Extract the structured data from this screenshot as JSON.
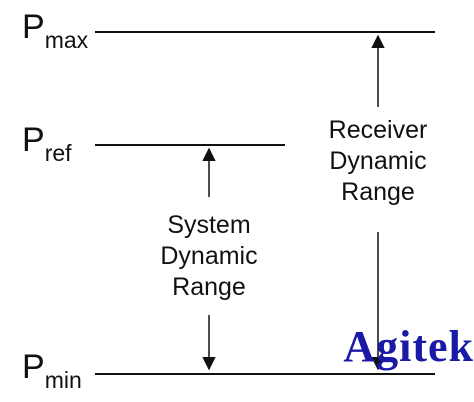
{
  "levels": {
    "pmax": {
      "main": "P",
      "sub": "max"
    },
    "pref": {
      "main": "P",
      "sub": "ref"
    },
    "pmin": {
      "main": "P",
      "sub": "min"
    }
  },
  "ranges": {
    "system": {
      "line1": "System",
      "line2": "Dynamic",
      "line3": "Range"
    },
    "receiver": {
      "line1": "Receiver",
      "line2": "Dynamic",
      "line3": "Range"
    }
  },
  "watermark": {
    "text": "Agitek",
    "color": "#1a1aa6"
  },
  "colors": {
    "line": "#111111",
    "background": "#ffffff"
  }
}
